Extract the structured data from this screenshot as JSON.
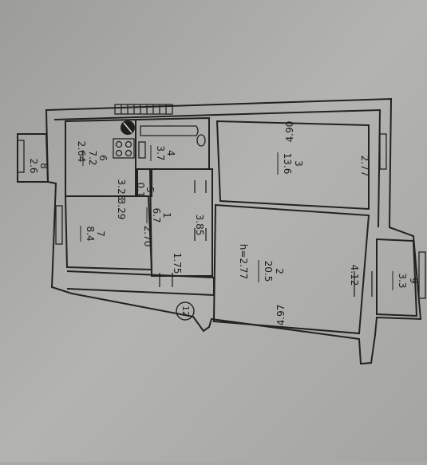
{
  "plan": {
    "marker": "12",
    "ceiling_height": "h=2.77",
    "rooms": [
      {
        "number": "1",
        "area": "6.7"
      },
      {
        "number": "2",
        "area": "20.5"
      },
      {
        "number": "3",
        "area": "13.6"
      },
      {
        "number": "4",
        "area": "3.7"
      },
      {
        "number": "5",
        "area": "0.1"
      },
      {
        "number": "6",
        "area": "7.2"
      },
      {
        "number": "7",
        "area": "8.4"
      },
      {
        "number": "8",
        "area": "2.6"
      },
      {
        "number": "9",
        "area": "3.3"
      }
    ],
    "dimensions": {
      "d_490": "4.90",
      "d_277_room3": "2.77",
      "d_497": "4.97",
      "d_412": "4.12",
      "d_264": "2.64",
      "d_328": "3.28",
      "d_329": "3.29",
      "d_270": "2.70",
      "d_385": "3.85",
      "d_175": "1.75"
    }
  }
}
